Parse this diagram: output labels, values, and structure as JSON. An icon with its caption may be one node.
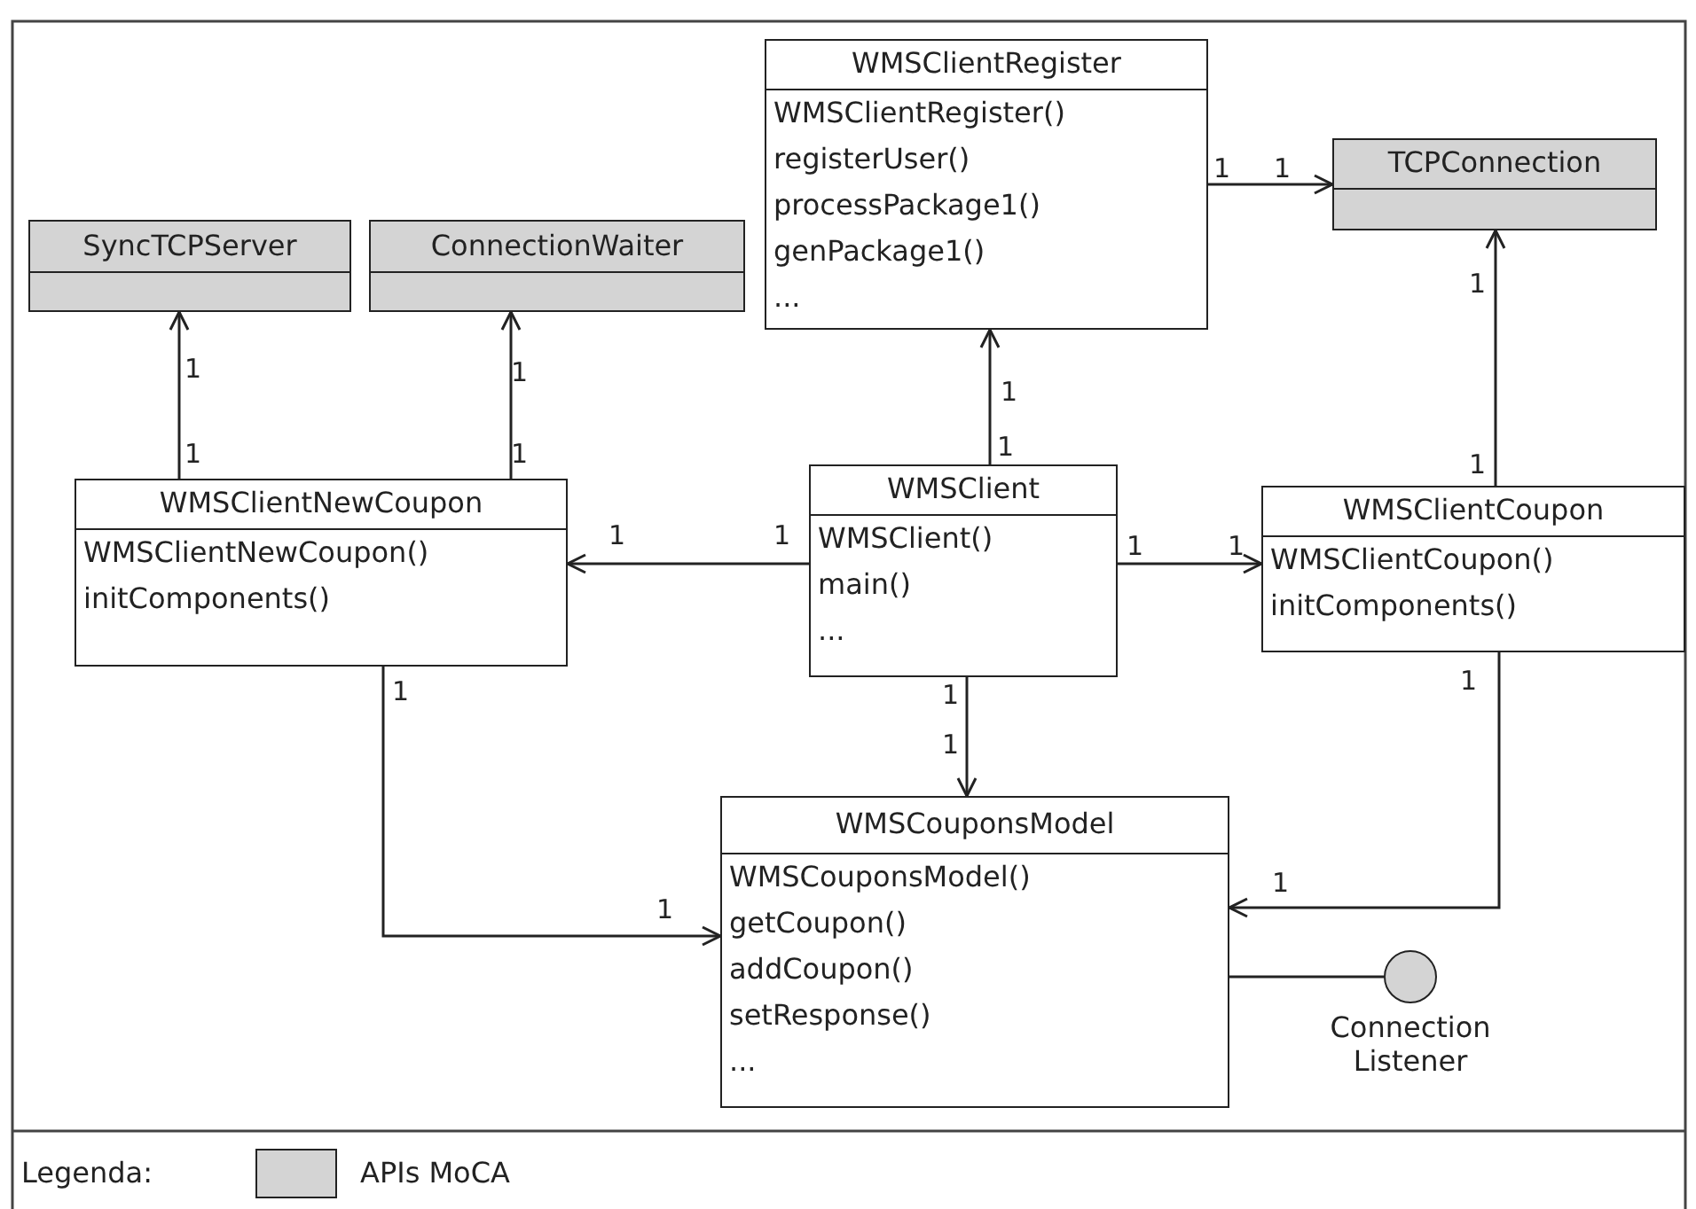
{
  "diagram": {
    "nodes": [
      {
        "text": [
          "WMSClientRegister",
          "WMSClientRegister()",
          "registerUser()",
          "processPackage1()",
          "genPackage1()",
          "..."
        ]
      },
      {
        "text": [
          "TCPConnection"
        ]
      },
      {
        "text": [
          "SyncTCPServer"
        ]
      },
      {
        "text": [
          "ConnectionWaiter"
        ]
      },
      {
        "text": [
          "WMSClientNewCoupon",
          "WMSClientNewCoupon()",
          "initComponents()"
        ]
      },
      {
        "text": [
          "WMSClient",
          "WMSClient()",
          "main()",
          "..."
        ]
      },
      {
        "text": [
          "WMSClientCoupon",
          "WMSClientCoupon()",
          "initComponents()"
        ]
      },
      {
        "text": [
          "WMSCouponsModel",
          "WMSCouponsModel()",
          "getCoupon()",
          "addCoupon()",
          "setResponse()",
          "..."
        ]
      },
      {
        "text": [],
        "shape": "circle",
        "beside": [
          "Connection Listener"
        ]
      }
    ],
    "edges": [
      {
        "from": 4,
        "to": 2,
        "arrow": "to"
      },
      {
        "from": 4,
        "to": 3,
        "arrow": "to"
      },
      {
        "from": 0,
        "to": 1,
        "arrow": "to"
      },
      {
        "from": 5,
        "to": 0,
        "arrow": "to"
      },
      {
        "from": 6,
        "to": 1,
        "arrow": "to"
      },
      {
        "from": 5,
        "to": 4,
        "arrow": "to"
      },
      {
        "from": 5,
        "to": 6,
        "arrow": "to"
      },
      {
        "from": 5,
        "to": 7,
        "arrow": "to"
      },
      {
        "from": 4,
        "to": 7,
        "arrow": "to"
      },
      {
        "from": 6,
        "to": 7,
        "arrow": "to"
      },
      {
        "from": 7,
        "to": 8,
        "arrow": "none"
      }
    ],
    "labels": [
      "1",
      "1",
      "1",
      "1",
      "1",
      "1",
      "1",
      "1",
      "1",
      "1",
      "1",
      "1",
      "1",
      "1",
      "1",
      "1",
      "1",
      "1",
      "1",
      "1",
      "Legenda:"
    ],
    "legend": [
      {
        "text": "APIs MoCA",
        "color": "#d4d4d4"
      }
    ]
  }
}
